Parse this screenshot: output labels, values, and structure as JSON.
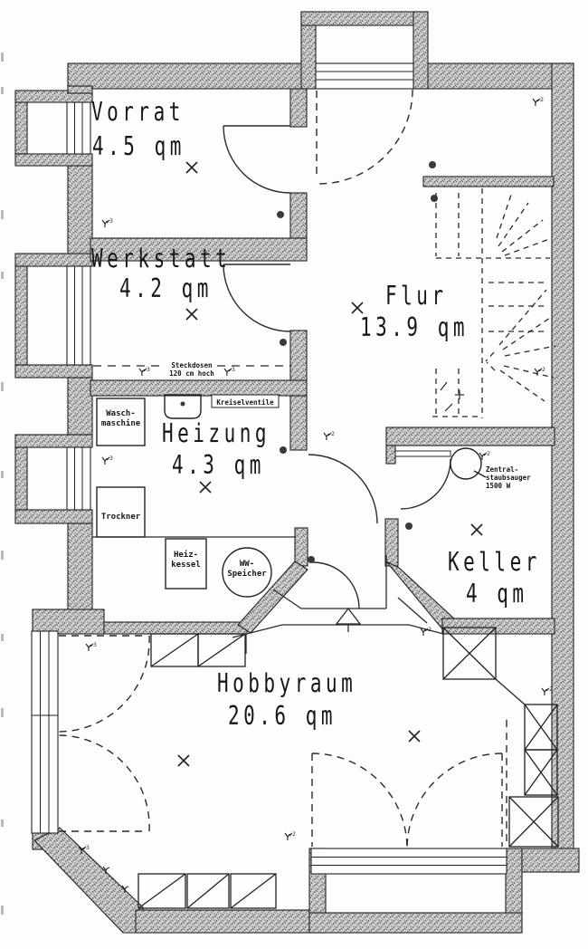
{
  "rooms": {
    "vorrat": {
      "name": "Vorrat",
      "area": "4.5 qm"
    },
    "werkstatt": {
      "name": "Werkstatt",
      "area": "4.2 qm"
    },
    "flur": {
      "name": "Flur",
      "area": "13.9 qm"
    },
    "heizung": {
      "name": "Heizung",
      "area": "4.3 qm"
    },
    "keller": {
      "name": "Keller",
      "area": "4 qm"
    },
    "hobbyraum": {
      "name": "Hobbyraum",
      "area": "20.6 qm"
    }
  },
  "equipment": {
    "waschmaschine": [
      "Wasch-",
      "maschine"
    ],
    "trockner": "Trockner",
    "heizkessel": [
      "Heiz-",
      "kessel"
    ],
    "ww_speicher": [
      "WW-",
      "Speicher"
    ],
    "kreiselventile": "Kreiselventile",
    "zentralstaubsauger": [
      "Zentral-",
      "staubsauger",
      "1500 W"
    ]
  },
  "annotations": {
    "steckdosen": [
      "Steckdosen",
      "120 cm hoch"
    ]
  },
  "colors": {
    "wall_fill": "#d2d2d2",
    "speckle": "#555555",
    "line": "#2a2a2a"
  }
}
